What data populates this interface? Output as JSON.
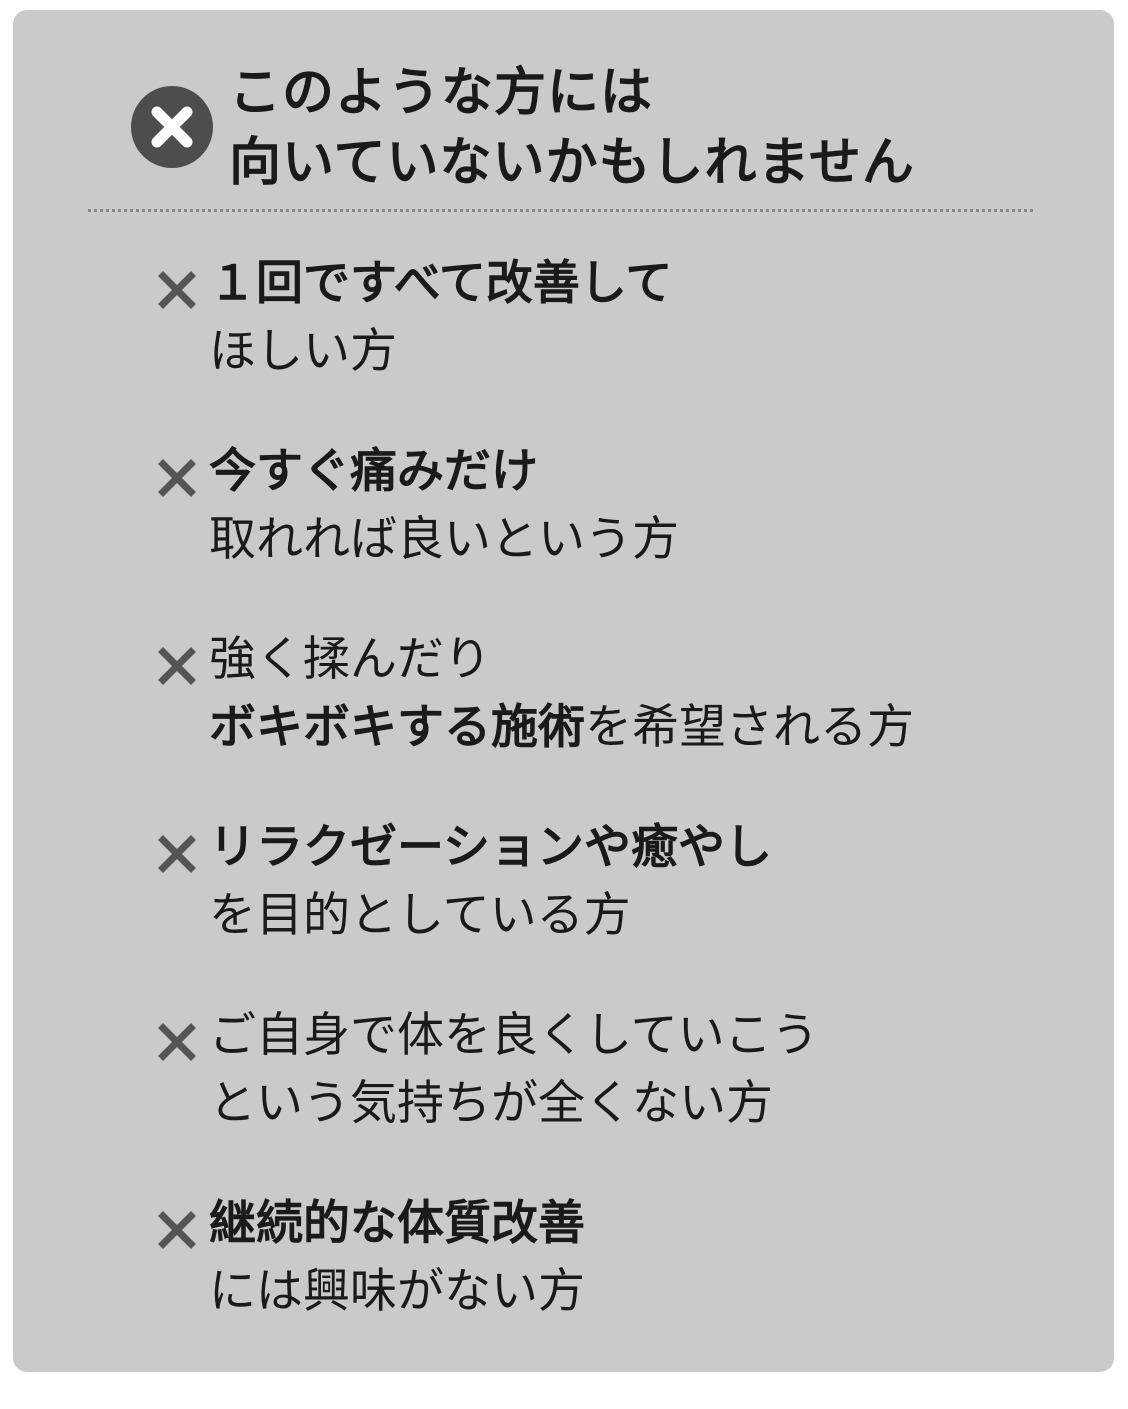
{
  "header": {
    "title_line1": "このような方には",
    "title_line2": "向いていないかもしれません",
    "badge_icon": "x-circle-icon",
    "badge_color": "#4d4d4d"
  },
  "items": [
    {
      "icon": "x-mark-icon",
      "line1_bold": "１回ですべて改善して",
      "line2": "ほしい方"
    },
    {
      "icon": "x-mark-icon",
      "line1_bold": "今すぐ痛みだけ",
      "line2": "取れれば良いという方"
    },
    {
      "icon": "x-mark-icon",
      "line1": "強く揉んだり",
      "line2_bold": "ボキボキする施術",
      "line2_rest": "を希望される方"
    },
    {
      "icon": "x-mark-icon",
      "line1_bold": "リラクゼーションや癒やし",
      "line2": "を目的としている方"
    },
    {
      "icon": "x-mark-icon",
      "line1": "ご自身で体を良くしていこう",
      "line2": "という気持ちが全くない方"
    },
    {
      "icon": "x-mark-icon",
      "line1_bold": "継続的な体質改善",
      "line2": "には興味がない方"
    }
  ],
  "colors": {
    "card_background": "#c9caca",
    "text": "#1a1a1a",
    "mark": "#555555"
  }
}
